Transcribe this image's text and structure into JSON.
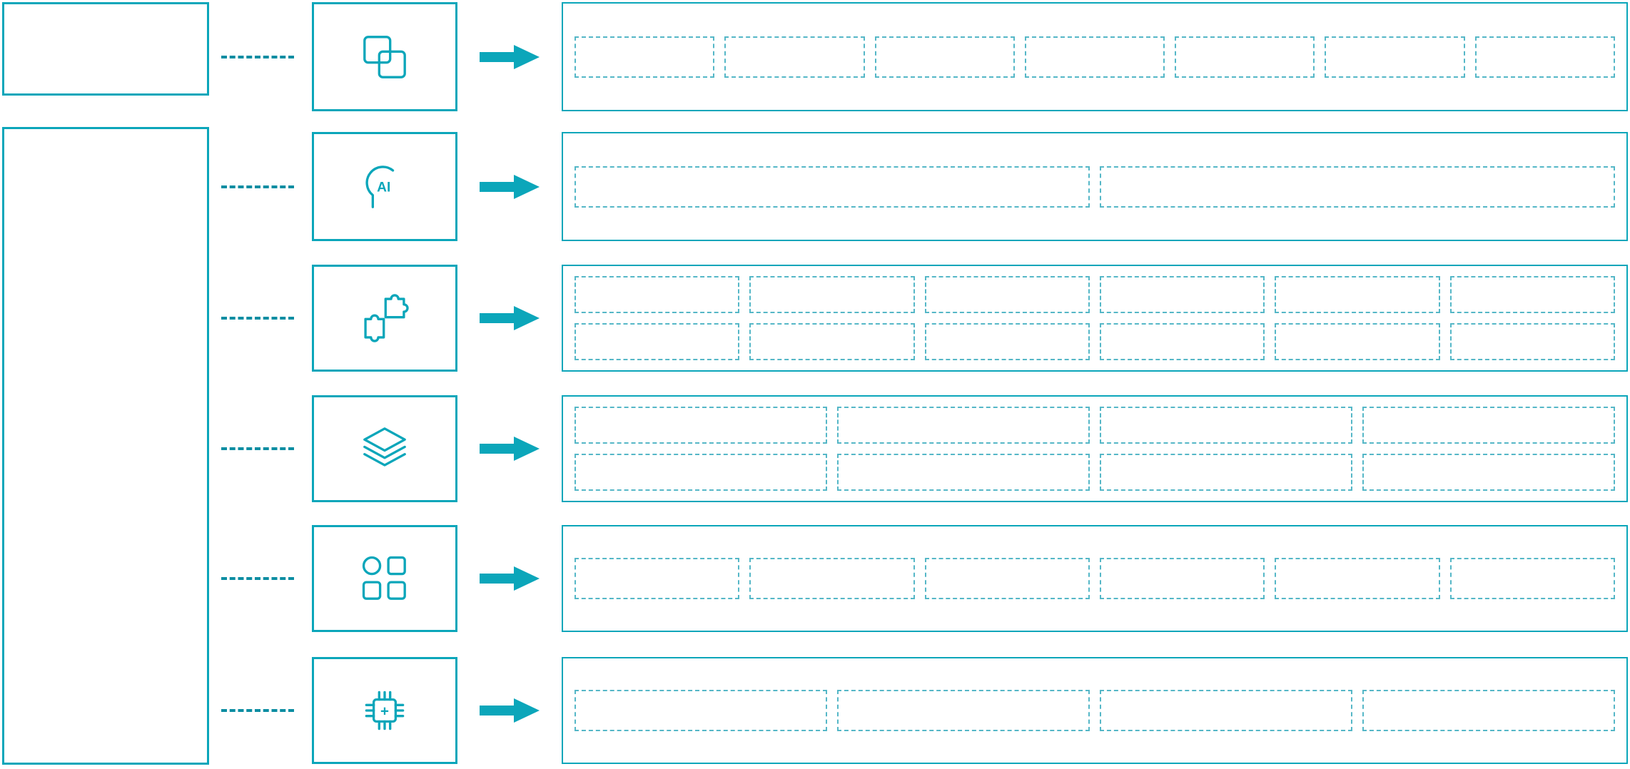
{
  "diagram": {
    "colors": {
      "accent": "#0ba6ba",
      "placeholder_border": "#55b7c7",
      "connector": "#0b8da2",
      "background": "#ffffff"
    },
    "rows": [
      {
        "icon": "overlapping-squares-icon",
        "icon_text": "",
        "placeholder_rows": [
          7
        ]
      },
      {
        "icon": "ai-head-icon",
        "icon_text": "AI",
        "placeholder_rows": [
          2
        ]
      },
      {
        "icon": "puzzle-pieces-icon",
        "icon_text": "",
        "placeholder_rows": [
          6,
          6
        ]
      },
      {
        "icon": "layers-icon",
        "icon_text": "",
        "placeholder_rows": [
          4,
          4
        ]
      },
      {
        "icon": "app-grid-icon",
        "icon_text": "",
        "placeholder_rows": [
          6
        ]
      },
      {
        "icon": "chip-plus-icon",
        "icon_text": "+",
        "placeholder_rows": [
          4
        ]
      }
    ]
  }
}
